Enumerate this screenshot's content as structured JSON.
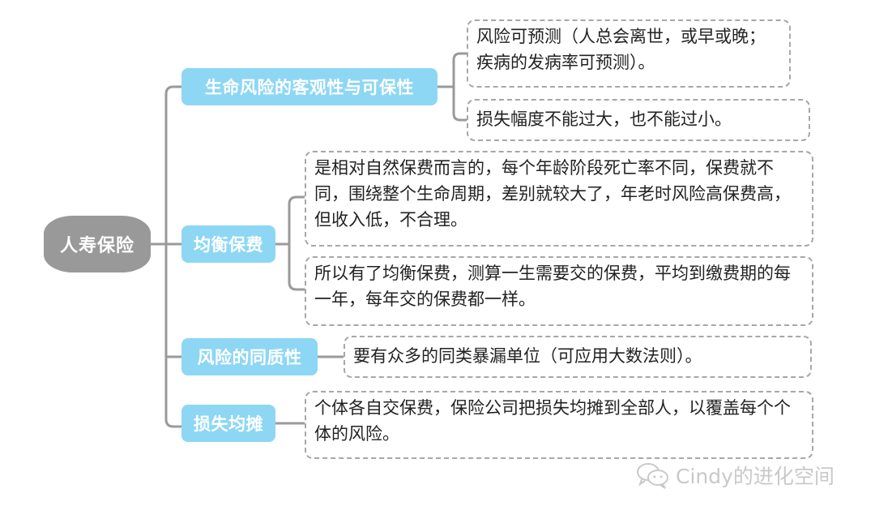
{
  "root": {
    "label": "人寿保险"
  },
  "branches": [
    {
      "label": "生命风险的客观性与可保性",
      "leaves": [
        "风险可预测（人总会离世，或早或晚；疾病的发病率可预测）。",
        "损失幅度不能过大，也不能过小。"
      ]
    },
    {
      "label": "均衡保费",
      "leaves": [
        "是相对自然保费而言的，每个年龄阶段死亡率不同，保费就不同，围绕整个生命周期，差别就较大了，年老时风险高保费高，但收入低，不合理。",
        "所以有了均衡保费，测算一生需要交的保费，平均到缴费期的每一年，每年交的保费都一样。"
      ]
    },
    {
      "label": "风险的同质性",
      "leaves": [
        "要有众多的同类暴漏单位（可应用大数法则）。"
      ]
    },
    {
      "label": "损失均摊",
      "leaves": [
        "个体各自交保费，保险公司把损失均摊到全部人，以覆盖每个个体的风险。"
      ]
    }
  ],
  "watermark": {
    "icon": "wechat-icon",
    "text": "Cindy的进化空间"
  },
  "colors": {
    "root": "#999999",
    "branch": "#8dd7f4",
    "line": "#999999",
    "leaf_border": "#a7a7a7"
  }
}
